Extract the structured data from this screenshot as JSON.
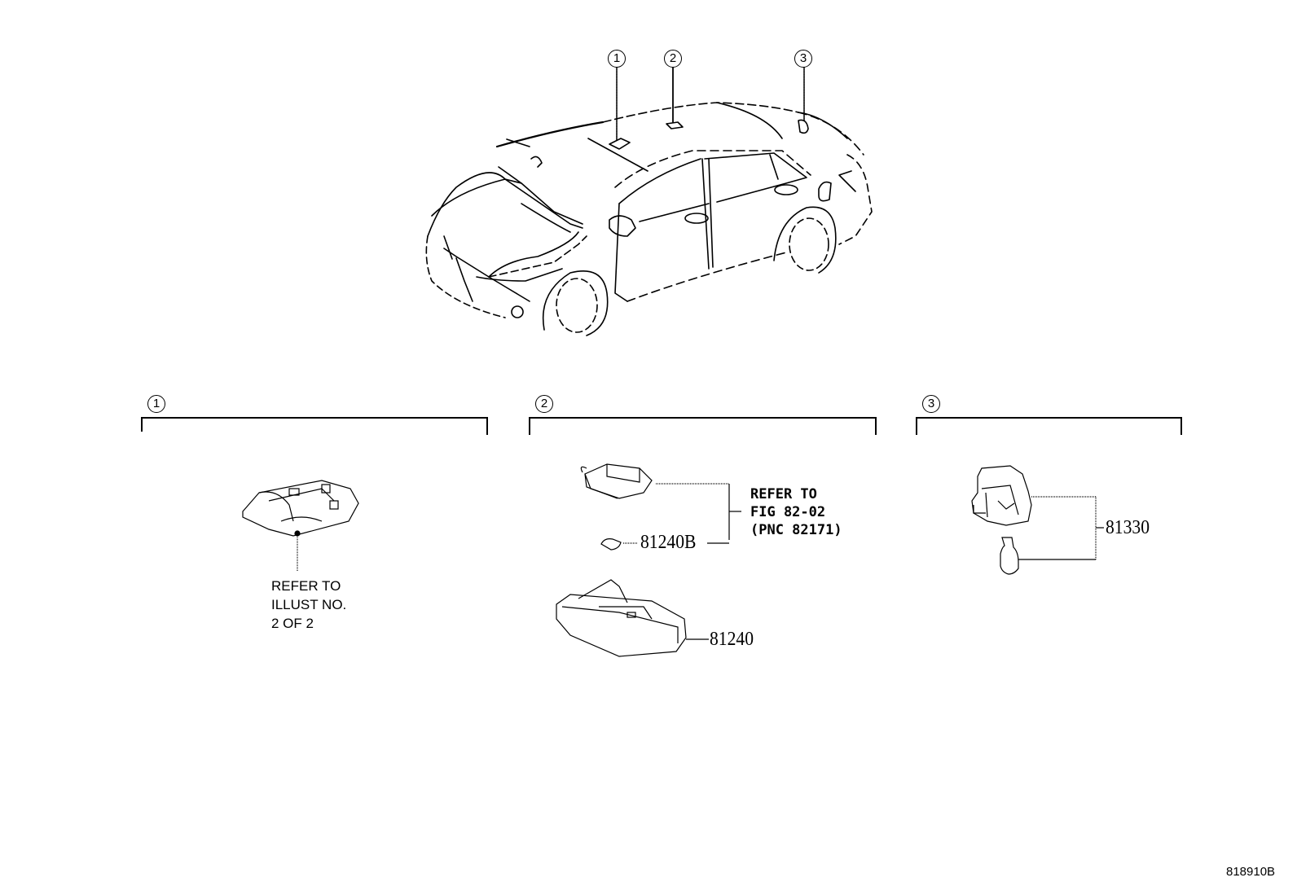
{
  "diagram": {
    "type": "parts-illustration",
    "figure_id": "818910B",
    "overview": {
      "subject": "sedan-car-outline",
      "callouts": [
        {
          "id": "1",
          "label": "1",
          "location": "front-roof-dome-lamp"
        },
        {
          "id": "2",
          "label": "2",
          "location": "center-roof-lamp"
        },
        {
          "id": "3",
          "label": "3",
          "location": "rear-roof-lamp"
        }
      ]
    },
    "sections": [
      {
        "callout": "1",
        "parts": [],
        "note_lines": [
          "REFER TO",
          "ILLUST NO.",
          "2 OF 2"
        ]
      },
      {
        "callout": "2",
        "parts": [
          {
            "part_number": "81240B",
            "description": "bulb"
          },
          {
            "part_number": "81240",
            "description": "lamp-housing"
          }
        ],
        "note_lines": [
          "REFER TO",
          "FIG 82-02",
          "(PNC 82171)"
        ]
      },
      {
        "callout": "3",
        "parts": [
          {
            "part_number": "81330",
            "description": "lamp-assembly-with-bulb"
          }
        ],
        "note_lines": []
      }
    ]
  }
}
